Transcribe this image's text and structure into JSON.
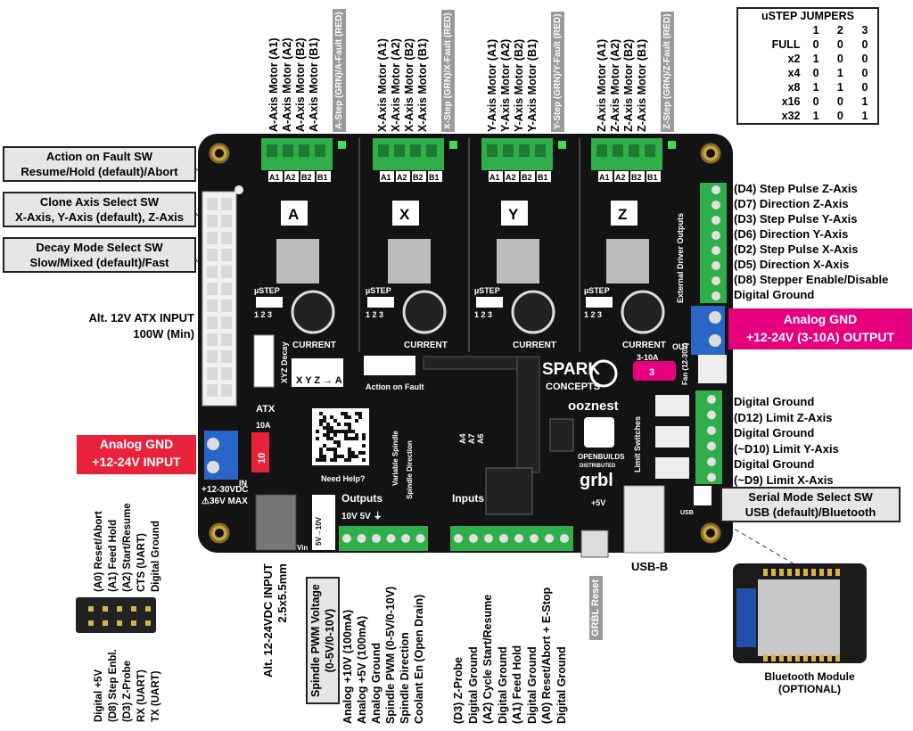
{
  "ustep_table": {
    "title": "uSTEP JUMPERS",
    "columns": [
      "1",
      "2",
      "3"
    ],
    "rows": [
      {
        "mode": "FULL",
        "j1": "0",
        "j2": "0",
        "j3": "0"
      },
      {
        "mode": "x2",
        "j1": "1",
        "j2": "0",
        "j3": "0"
      },
      {
        "mode": "x4",
        "j1": "0",
        "j2": "1",
        "j3": "0"
      },
      {
        "mode": "x8",
        "j1": "1",
        "j2": "1",
        "j3": "0"
      },
      {
        "mode": "x16",
        "j1": "0",
        "j2": "0",
        "j3": "1"
      },
      {
        "mode": "x32",
        "j1": "1",
        "j2": "0",
        "j3": "1"
      }
    ]
  },
  "motor_columns": [
    {
      "lines": [
        "A-Axis Motor (A1)",
        "A-Axis Motor (A2)",
        "A-Axis Motor (B2)",
        "A-Axis Motor (B1)"
      ],
      "tag": "A-Step (GRN)/A-Fault (RED)",
      "axis": "A"
    },
    {
      "lines": [
        "X-Axis Motor (A1)",
        "X-Axis Motor (A2)",
        "X-Axis Motor (B2)",
        "X-Axis Motor (B1)"
      ],
      "tag": "X-Step (GRN)/X-Fault (RED)",
      "axis": "X"
    },
    {
      "lines": [
        "Y-Axis Motor (A1)",
        "Y-Axis Motor (A2)",
        "Y-Axis Motor (B2)",
        "Y-Axis Motor (B1)"
      ],
      "tag": "Y-Step (GRN)/Y-Fault (RED)",
      "axis": "Y"
    },
    {
      "lines": [
        "Z-Axis Motor (A1)",
        "Z-Axis Motor (A2)",
        "Z-Axis Motor (B2)",
        "Z-Axis Motor (B1)"
      ],
      "tag": "Z-Step (GRN)/Z-Fault (RED)",
      "axis": "Z"
    }
  ],
  "left_callouts": {
    "fault": [
      "Action on Fault SW",
      "Resume/Hold (default)/Abort"
    ],
    "clone": [
      "Clone Axis Select SW",
      "X-Axis, Y-Axis (default), Z-Axis"
    ],
    "decay": [
      "Decay Mode Select SW",
      "Slow/Mixed (default)/Fast"
    ]
  },
  "atx_label": [
    "Alt. 12V ATX INPUT",
    "100W (Min)"
  ],
  "analog_gnd_input": [
    "Analog GND",
    "+12-24V INPUT"
  ],
  "analog_gnd_output": [
    "Analog GND",
    "+12-24V (3-10A) OUTPUT"
  ],
  "ext_driver_outputs": [
    "(D4) Step Pulse Z-Axis",
    "(D7) Direction Z-Axis",
    "(D3) Step Pulse Y-Axis",
    "(D6) Direction Y-Axis",
    "(D2) Step Pulse X-Axis",
    "(D5) Direction X-Axis",
    "(D8) Stepper Enable/Disable",
    "Digital Ground"
  ],
  "limit_outputs": [
    "Digital Ground",
    "(D12) Limit Z-Axis",
    "Digital Ground",
    "(~D10) Limit Y-Axis",
    "Digital Ground",
    "(~D9) Limit X-Axis"
  ],
  "serial_box": [
    "Serial Mode Select SW",
    "USB (default)/Bluetooth"
  ],
  "bluetooth_label": [
    "Bluetooth Module",
    "(OPTIONAL)"
  ],
  "usb_label": "USB-B",
  "grbl_reset": "GRBL Reset",
  "alt_dc_input": [
    "Alt. 12-24VDC INPUT",
    "2.5x5.5mm"
  ],
  "spindle_pwm_box": [
    "Spindle PWM Voltage",
    "(0-5V/0-10V)"
  ],
  "outputs_list": [
    "Analog +10V (100mA)",
    "Analog +5V (100mA)",
    "Analog Ground",
    "Spindle PWM (0-5V/0-10V)",
    "Spindle Direction",
    "Coolant En (Open Drain)"
  ],
  "inputs_list": [
    "(D3) Z-Probe",
    "Digital Ground",
    "(A2) Cycle Start/Resume",
    "Digital Ground",
    "(A1) Feed Hold",
    "Digital Ground",
    "(A0) Reset/Abort + E-Stop",
    "Digital Ground"
  ],
  "header_top": [
    "(A0) Reset/Abort",
    "(A1) Feed Hold",
    "(A2) Start/Resume",
    "CTS (UART)",
    "Digital Ground"
  ],
  "header_bottom": [
    "Digital +5V",
    "(D8) Step Enbl.",
    "(D3) Z-Probe",
    "RX (UART)",
    "TX (UART)"
  ],
  "board": {
    "ustep_label": "µSTEP",
    "jumper_nums": "1 2 3",
    "current_label": "CURRENT",
    "motor_pins": [
      "A1",
      "A2",
      "B2",
      "B1"
    ],
    "atx": "ATX",
    "xyz_decay": "XYZ Decay",
    "xyz_a": "X Y Z → A",
    "action_on_fault": "Action on Fault",
    "spark": "SPARK",
    "concepts": "CONCEPTS",
    "ooznest": "ooznest",
    "openbuilds": "OPENBUILDS",
    "distributed": "DISTRIBUTED",
    "grbl": "grbl",
    "need_help": "Need Help?",
    "fan_label": "Fan (12-30V)",
    "fuse_out": "3-10A",
    "fuse_out_val": "3",
    "fuse_in": "10A",
    "fuse_in_val": "10",
    "in_label": "IN",
    "out_label": "OUT",
    "vin_range": "+12-30VDC",
    "max_label": "⚠36V MAX",
    "outputs_title": "Outputs",
    "inputs_title": "Inputs",
    "out_pins": "10V 5V ⏚",
    "pwm_sel": "5V→10V",
    "vin": "Vin",
    "five_v": "+5V",
    "limit_switches": "Limit Switches",
    "ext_driver": "External Driver Outputs",
    "usb_tag": "USB",
    "variable_spindle": "Variable Spindle",
    "spindle_direction": "Spindle Direction",
    "analog_pins": [
      "A4",
      "A7",
      "A6"
    ]
  },
  "colors": {
    "board": "#111111",
    "terminal": "#2fae4a",
    "pink": "#e6007e",
    "red": "#e8223b",
    "blue": "#2a66c8"
  }
}
